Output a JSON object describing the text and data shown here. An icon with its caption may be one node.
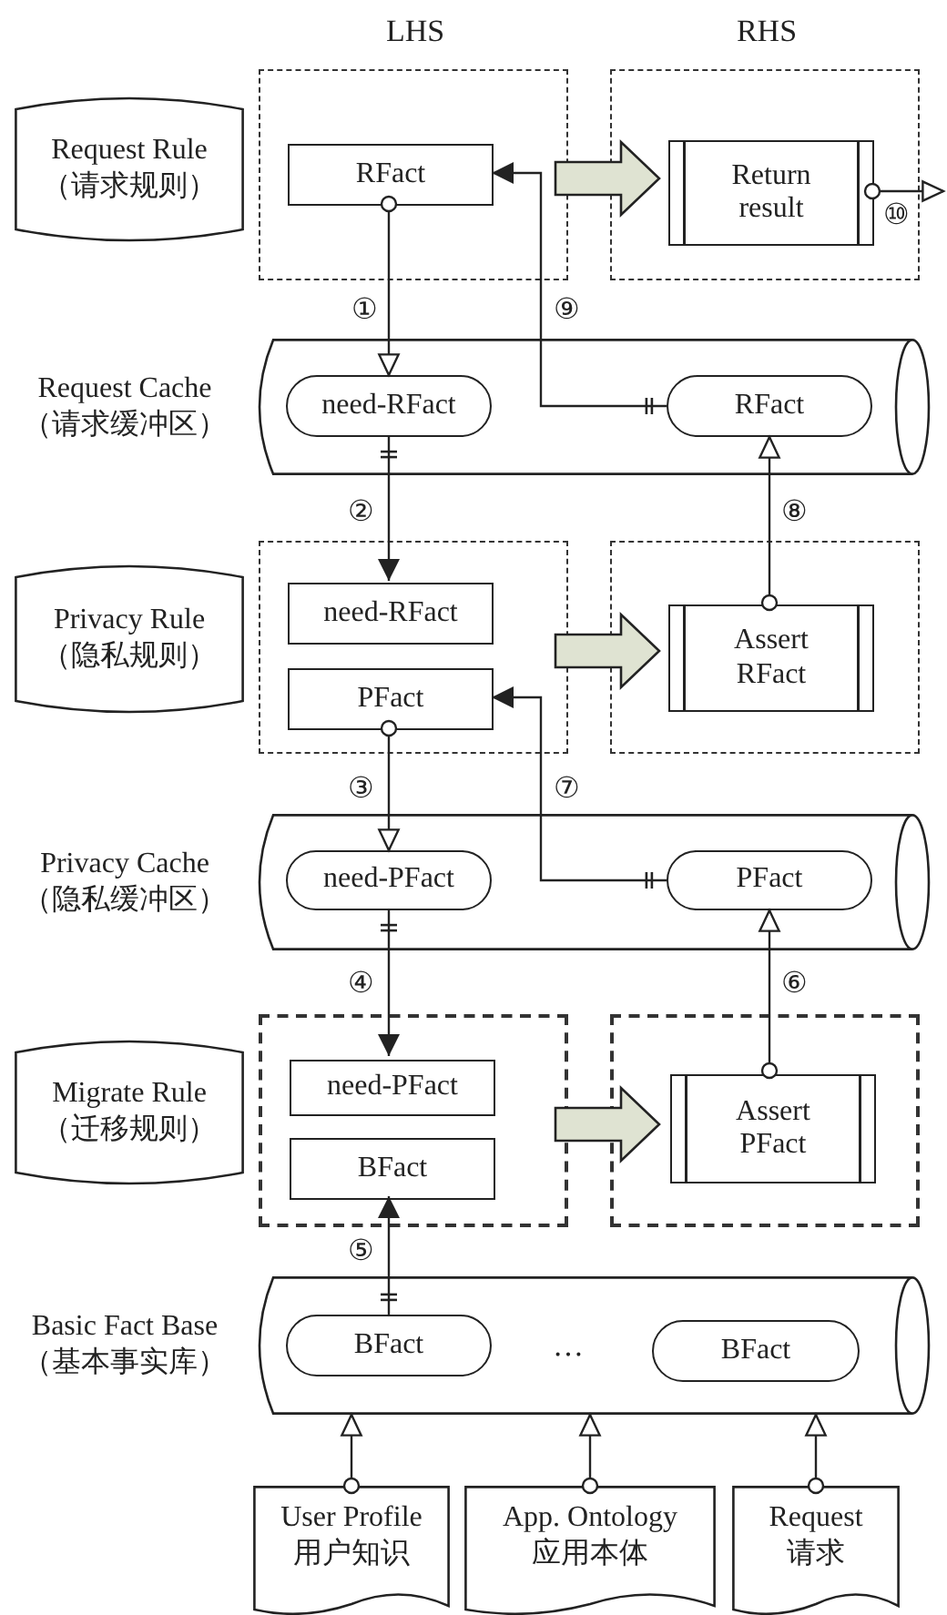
{
  "diagram": {
    "nodes": [
      {
        "text": [
          "Request Rule",
          "（请求规则）"
        ]
      },
      {
        "text": [],
        "shape": "box"
      },
      {
        "text": [
          "RFact"
        ],
        "in": 1
      },
      {
        "text": [],
        "shape": "box"
      },
      {
        "text": [
          "Return result"
        ],
        "in": 3
      },
      {
        "text": [
          "Request Cache",
          "（请求缓冲区）"
        ]
      },
      {
        "text": [
          "need-RFact"
        ],
        "in": 5
      },
      {
        "text": [
          "RFact"
        ],
        "in": 5
      },
      {
        "text": [
          "Privacy Rule",
          "（隐私规则）"
        ]
      },
      {
        "text": [],
        "shape": "box"
      },
      {
        "text": [
          "need-RFact"
        ],
        "in": 9
      },
      {
        "text": [
          "PFact"
        ],
        "in": 9
      },
      {
        "text": [],
        "shape": "box"
      },
      {
        "text": [
          "Assert RFact"
        ],
        "in": 12
      },
      {
        "text": [
          "Privacy Cache",
          "（隐私缓冲区）"
        ]
      },
      {
        "text": [
          "need-PFact"
        ],
        "in": 14
      },
      {
        "text": [
          "PFact"
        ],
        "in": 14
      },
      {
        "text": [
          "Migrate Rule",
          "（迁移规则）"
        ]
      },
      {
        "text": [],
        "shape": "box"
      },
      {
        "text": [
          "need-PFact"
        ],
        "in": 18
      },
      {
        "text": [
          "BFact"
        ],
        "in": 18
      },
      {
        "text": [],
        "shape": "box"
      },
      {
        "text": [
          "Assert PFact"
        ],
        "in": 21
      },
      {
        "text": [
          "Basic Fact Base",
          "（基本事实库）"
        ]
      },
      {
        "text": [
          "BFact"
        ],
        "in": 23
      },
      {
        "text": [
          "BFact"
        ],
        "in": 23
      },
      {
        "text": [
          "User Profile",
          "用户知识"
        ]
      },
      {
        "text": [
          "App. Ontology",
          "应用本体"
        ]
      },
      {
        "text": [
          "Request",
          "请求"
        ]
      }
    ],
    "edges": [
      {
        "from": 2,
        "to": 6,
        "arrow": "to",
        "label": "①"
      },
      {
        "from": 6,
        "to": 10,
        "arrow": "to",
        "label": "②"
      },
      {
        "from": 7,
        "to": 2,
        "arrow": "to",
        "label": "⑨"
      },
      {
        "from": 13,
        "to": 7,
        "arrow": "to",
        "label": "⑧"
      },
      {
        "from": 11,
        "to": 15,
        "arrow": "to",
        "label": "③"
      },
      {
        "from": 15,
        "to": 19,
        "arrow": "to",
        "label": "④"
      },
      {
        "from": 16,
        "to": 11,
        "arrow": "to",
        "label": "⑦"
      },
      {
        "from": 22,
        "to": 16,
        "arrow": "to",
        "label": "⑥"
      },
      {
        "from": 24,
        "to": 20,
        "arrow": "to",
        "label": "⑤"
      },
      {
        "from": 4,
        "to": null,
        "arrow": "to",
        "label": "⑩"
      },
      {
        "from": 1,
        "to": 3,
        "arrow": "to",
        "style": "thick",
        "color": "#dfe3d2"
      },
      {
        "from": 9,
        "to": 12,
        "arrow": "to",
        "style": "thick",
        "color": "#dfe3d2"
      },
      {
        "from": 18,
        "to": 21,
        "arrow": "to",
        "style": "thick",
        "color": "#dfe3d2"
      },
      {
        "from": 26,
        "to": 23,
        "arrow": "to"
      },
      {
        "from": 27,
        "to": 23,
        "arrow": "to"
      },
      {
        "from": 28,
        "to": 23,
        "arrow": "to"
      }
    ],
    "labels": [
      "LHS",
      "RHS",
      "…"
    ]
  }
}
